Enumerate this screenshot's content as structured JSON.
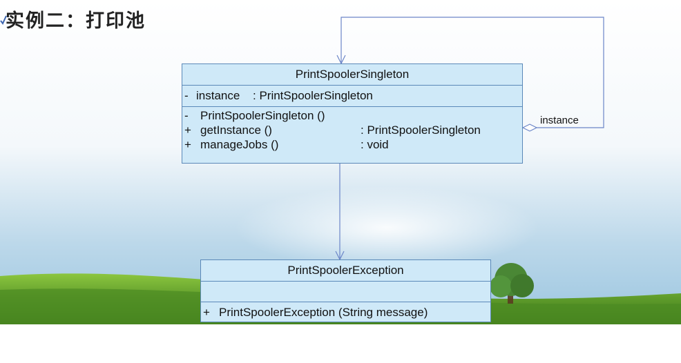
{
  "title": "实例二：打印池",
  "singleton": {
    "name": "PrintSpoolerSingleton",
    "attributes": [
      {
        "visibility": "-",
        "name": "instance",
        "type": ": PrintSpoolerSingleton"
      }
    ],
    "operations": [
      {
        "visibility": "-",
        "name": "PrintSpoolerSingleton ()",
        "type": ""
      },
      {
        "visibility": "+",
        "name": "getInstance ()",
        "type": ": PrintSpoolerSingleton"
      },
      {
        "visibility": "+",
        "name": "manageJobs ()",
        "type": ": void"
      }
    ]
  },
  "exception": {
    "name": "PrintSpoolerException",
    "operations": [
      {
        "visibility": "+",
        "name": "PrintSpoolerException (String message)"
      }
    ]
  },
  "association": {
    "label": "instance"
  },
  "colors": {
    "class_fill": "#cfe9f8",
    "class_border": "#5a88b8",
    "connector": "#6b85c8",
    "sky": "#ffffff",
    "grass": "#5d9a2a"
  }
}
